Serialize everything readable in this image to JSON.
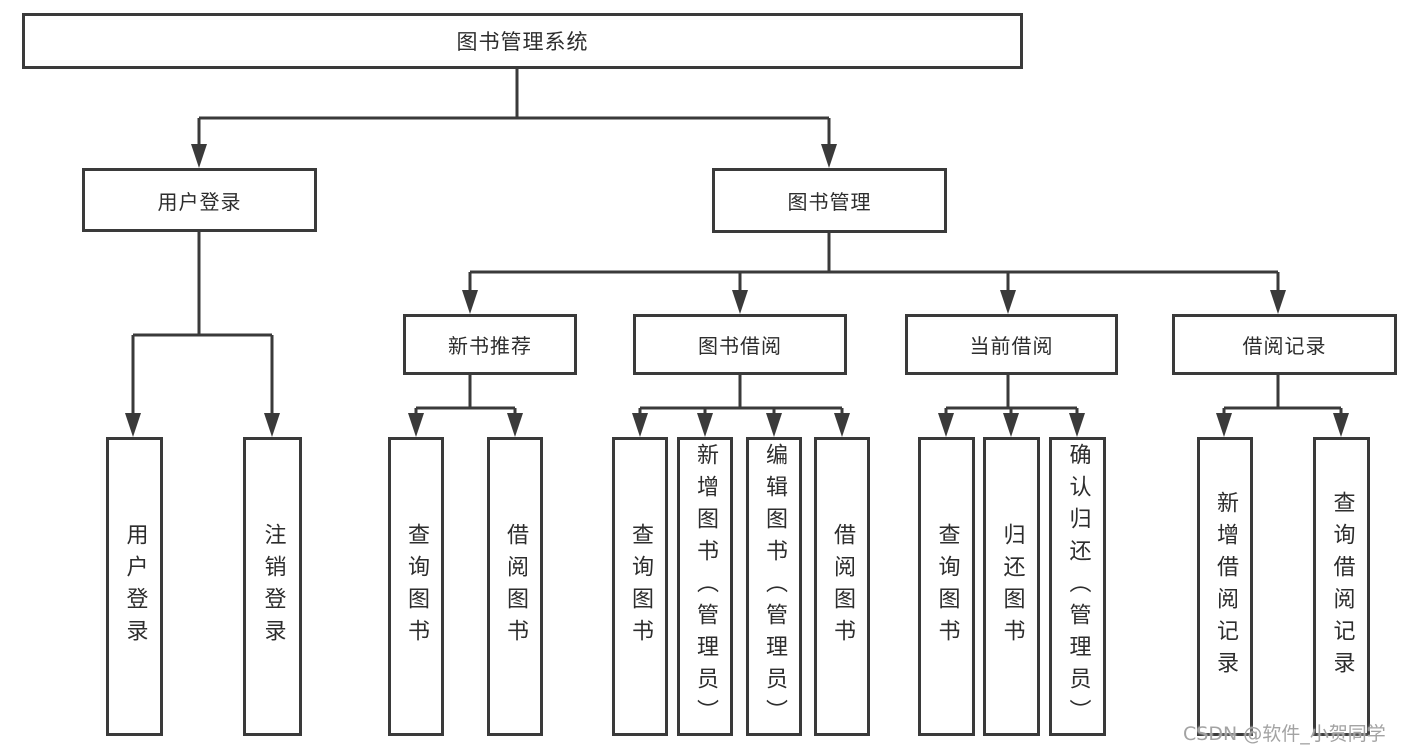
{
  "tree": {
    "label": "图书管理系统",
    "children": [
      {
        "label": "用户登录",
        "children": [
          {
            "label": "用户登录"
          },
          {
            "label": "注销登录"
          }
        ]
      },
      {
        "label": "图书管理",
        "children": [
          {
            "label": "新书推荐",
            "children": [
              {
                "label": "查询图书"
              },
              {
                "label": "借阅图书"
              }
            ]
          },
          {
            "label": "图书借阅",
            "children": [
              {
                "label": "查询图书"
              },
              {
                "label": "新增图书（管理员）"
              },
              {
                "label": "编辑图书（管理员）"
              },
              {
                "label": "借阅图书"
              }
            ]
          },
          {
            "label": "当前借阅",
            "children": [
              {
                "label": "查询图书"
              },
              {
                "label": "归还图书"
              },
              {
                "label": "确认归还（管理员）"
              }
            ]
          },
          {
            "label": "借阅记录",
            "children": [
              {
                "label": "新增借阅记录"
              },
              {
                "label": "查询借阅记录"
              }
            ]
          }
        ]
      }
    ]
  },
  "watermark": {
    "text": "CSDN @软件_小贺同学"
  },
  "colors": {
    "line": "#3a3a3a",
    "box_border": "#3a3a3a",
    "box_background": "#ffffff",
    "text": "#2d2d2d",
    "watermark": "#a3a3a3",
    "page_background": "#ffffff"
  }
}
